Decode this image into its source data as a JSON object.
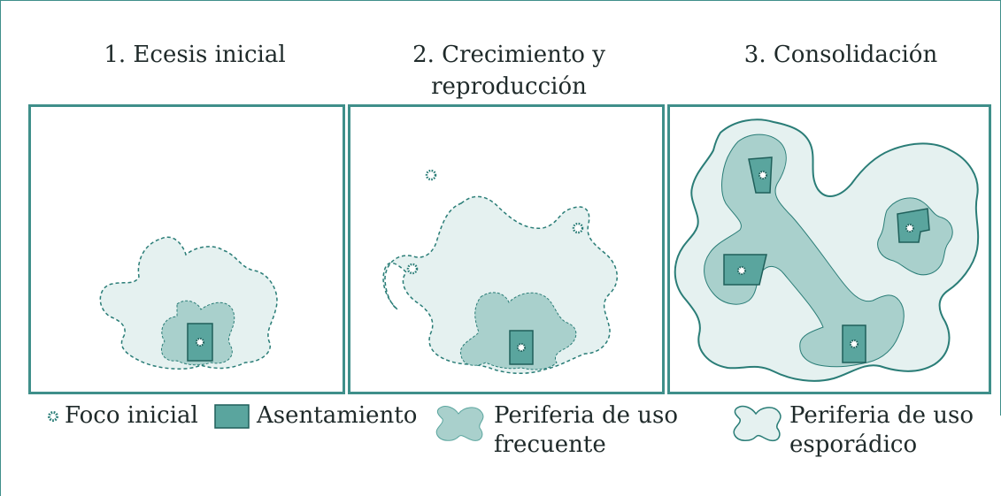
{
  "panels": [
    {
      "title_line1": "1. Ecesis inicial",
      "title_line2": ""
    },
    {
      "title_line1": "2. Crecimiento y",
      "title_line2": "reproducción"
    },
    {
      "title_line1": "3. Consolidación",
      "title_line2": ""
    }
  ],
  "legend": {
    "foco": "Foco inicial",
    "asentamiento": "Asentamiento",
    "frecuente_line1": "Periferia de uso",
    "frecuente_line2": "frecuente",
    "esporadico_line1": "Periferia de uso",
    "esporadico_line2": "esporádico"
  },
  "colors": {
    "frame": "#3f8f8a",
    "light_fill": "#e5f1f0",
    "mid_fill": "#a9d0cc",
    "dark_fill": "#5aa59e",
    "stroke": "#2a7d77"
  }
}
